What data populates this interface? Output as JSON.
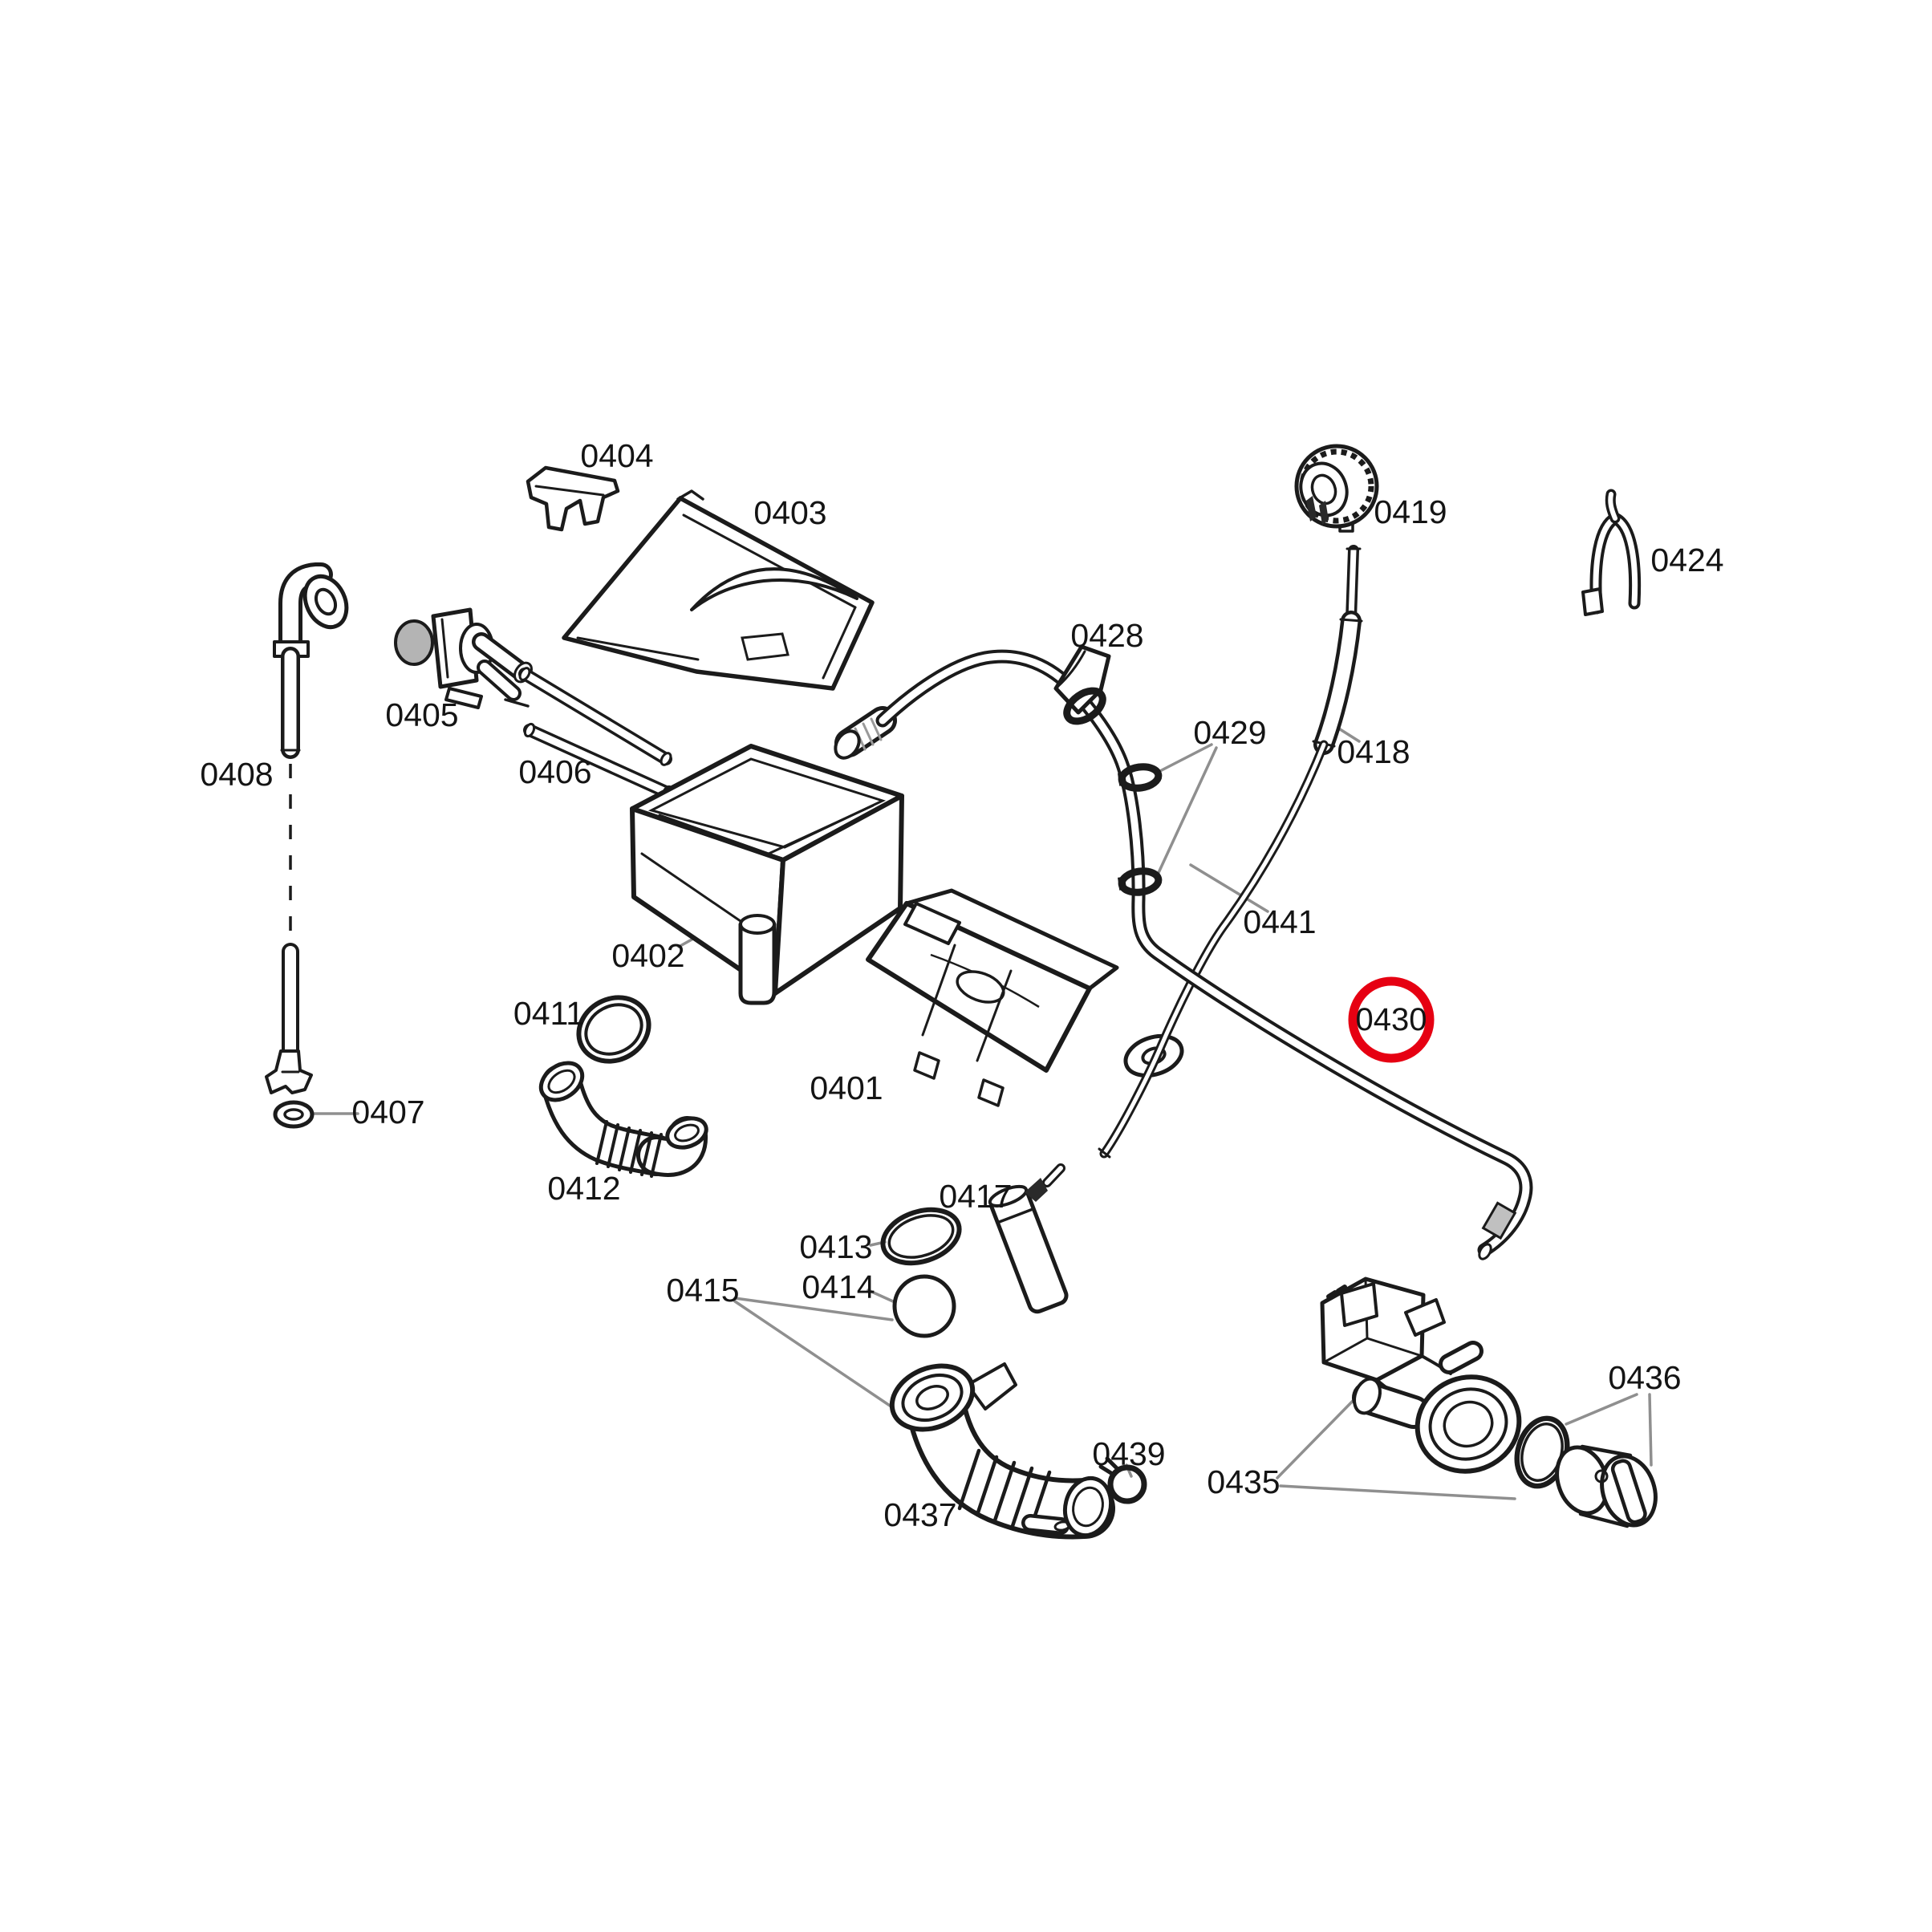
{
  "diagram": {
    "background": "#ffffff",
    "line_color": "#1b1b1b",
    "leader_color": "#8f8f8f",
    "highlight": {
      "part_label": "0430",
      "color": "#e60012"
    },
    "labels": {
      "p0401": "0401",
      "p0402": "0402",
      "p0403": "0403",
      "p0404": "0404",
      "p0405": "0405",
      "p0406": "0406",
      "p0407": "0407",
      "p0408": "0408",
      "p0411": "0411",
      "p0412": "0412",
      "p0413": "0413",
      "p0414": "0414",
      "p0415": "0415",
      "p0417": "0417",
      "p0418": "0418",
      "p0419": "0419",
      "p0424": "0424",
      "p0428": "0428",
      "p0429": "0429",
      "p0430": "0430",
      "p0435": "0435",
      "p0436": "0436",
      "p0437": "0437",
      "p0439": "0439",
      "p0441": "0441"
    }
  }
}
